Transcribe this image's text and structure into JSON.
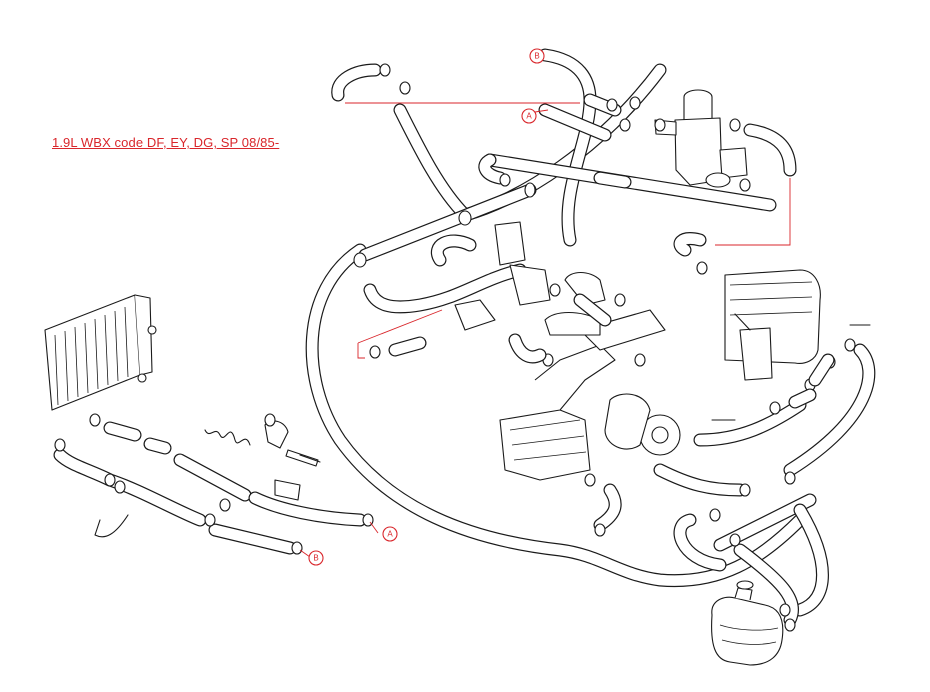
{
  "caption": "1.9L WBX code DF, EY, DG, SP 08/85-",
  "callouts": [
    "A",
    "B",
    "A",
    "B"
  ],
  "colors": {
    "annotation": "#d9262b",
    "line": "#1a1a1a",
    "background": "#ffffff"
  }
}
